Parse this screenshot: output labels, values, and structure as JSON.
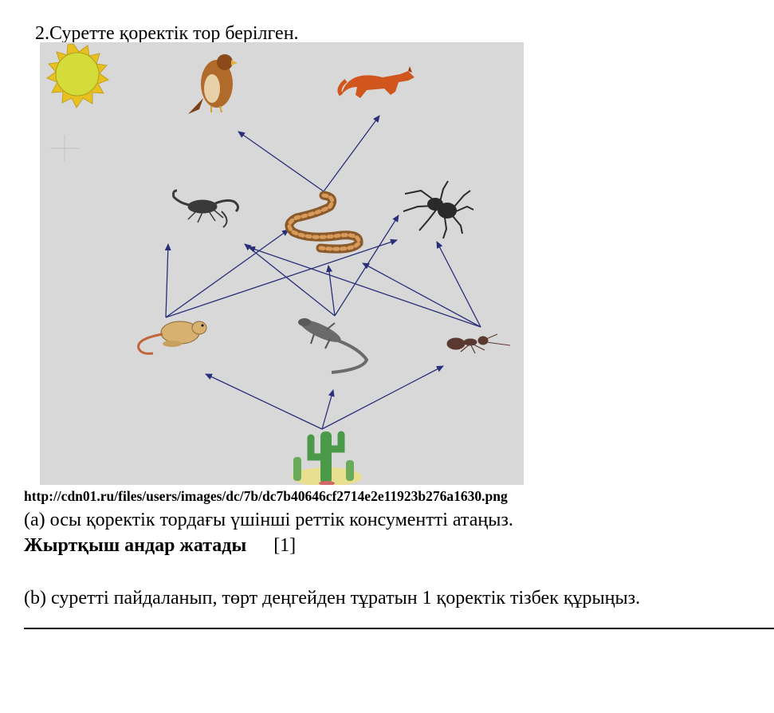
{
  "question_title": "2.Суретте қоректік тор берілген.",
  "image_url": "http://cdn01.ru/files/users/images/dc/7b/dc7b40646cf2714e2e11923b276a1630.png",
  "part_a": "(a)  осы қоректік тордағы үшінші реттік консументті атаңыз.",
  "answer_a": "Жыртқыш андар жатады",
  "answer_a_mark": "[1]",
  "part_b": "(b)  суретті пайдаланып, төрт деңгейден тұратын 1 қоректік тізбек құрыңыз.",
  "colors": {
    "figure_bg": "#d8d8d8",
    "arrow": "#2a2f7a",
    "sun": "#d4dc3a"
  },
  "organisms": [
    "sun",
    "hawk",
    "fox",
    "scorpion",
    "snake",
    "spider",
    "kangaroo-rat",
    "lizard",
    "ant",
    "cactus"
  ]
}
